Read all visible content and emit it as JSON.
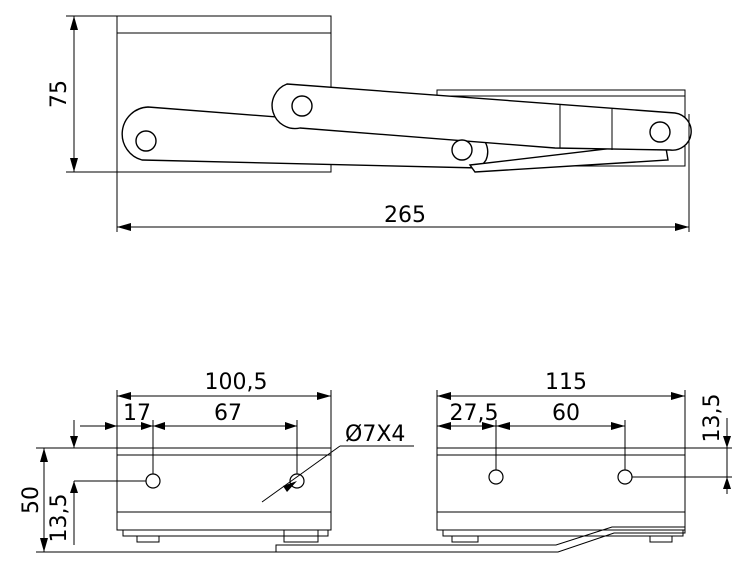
{
  "top_view": {
    "height_label": "75",
    "width_label": "265"
  },
  "bottom_view": {
    "left_plate": {
      "width_label": "100,5",
      "offset_label": "17",
      "spacing_label": "67"
    },
    "hole_label": "Ø7X4",
    "right_plate": {
      "width_label": "115",
      "offset_label": "27,5",
      "spacing_label": "60",
      "top_offset_label": "13,5"
    },
    "height_label": "50",
    "bottom_offset_label": "13,5"
  },
  "colors": {
    "line": "#000000",
    "background": "#ffffff"
  }
}
